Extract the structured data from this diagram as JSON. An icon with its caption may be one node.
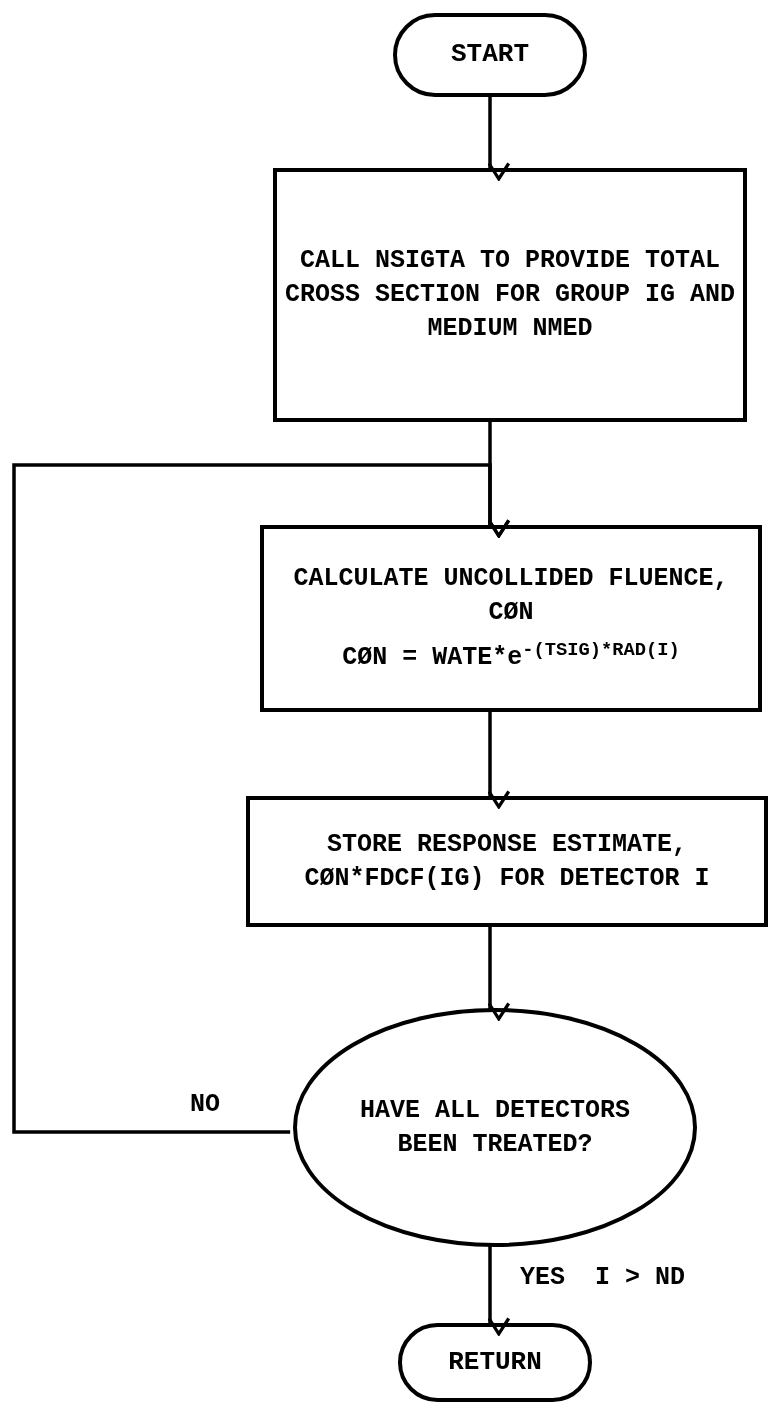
{
  "diagram": {
    "nodes": [
      {
        "text": [
          "START"
        ]
      },
      {
        "text": [
          "CALL NSIGTA TO PROVIDE TOTAL CROSS SECTION FOR GROUP IG AND MEDIUM NMED"
        ]
      },
      {
        "text": [
          "CALCULATE UNCOLLIDED FLUENCE, CØN",
          "CØN = WATE*e$^{-(TSIG)*RAD(I)}$"
        ]
      },
      {
        "text": [
          "STORE RESPONSE ESTIMATE, CØN*FDCF(IG) FOR DETECTOR I"
        ]
      },
      {
        "text": [
          "HAVE ALL DETECTORS BEEN TREATED?"
        ]
      },
      {
        "text": [
          "RETURN"
        ]
      }
    ],
    "edges": [
      {
        "from": 0,
        "to": 1,
        "arrow": "to"
      },
      {
        "from": 1,
        "to": 2,
        "arrow": "to"
      },
      {
        "from": 2,
        "to": 3,
        "arrow": "to"
      },
      {
        "from": 3,
        "to": 4,
        "arrow": "to"
      },
      {
        "from": 4,
        "to": 2,
        "arrow": "to",
        "label": "NO"
      },
      {
        "from": 4,
        "to": 5,
        "arrow": "to",
        "label": "YES  I > ND"
      }
    ]
  }
}
